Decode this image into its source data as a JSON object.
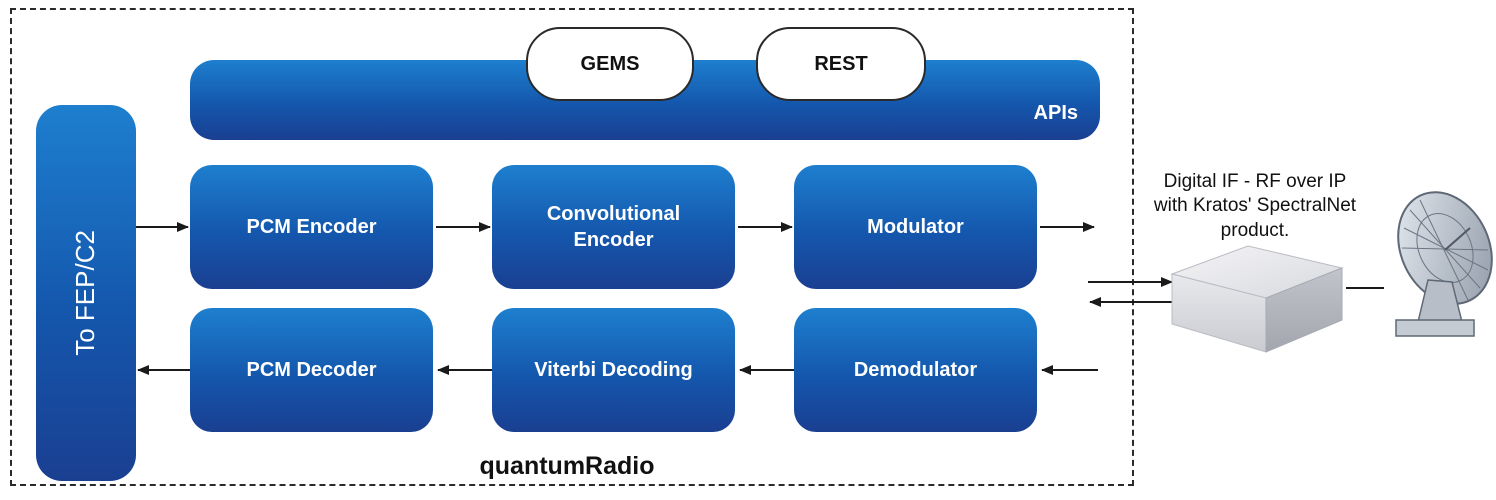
{
  "diagram": {
    "title": "quantumRadio",
    "apis": {
      "label": "APIs",
      "items": [
        "GEMS",
        "REST"
      ]
    },
    "side_label": "To FEP/C2",
    "transmit_chain": [
      "PCM Encoder",
      "Convolutional Encoder",
      "Modulator"
    ],
    "receive_chain": [
      "PCM Decoder",
      "Viterbi Decoding",
      "Demodulator"
    ],
    "external_note": "Digital IF - RF over IP with Kratos' SpectralNet product."
  }
}
